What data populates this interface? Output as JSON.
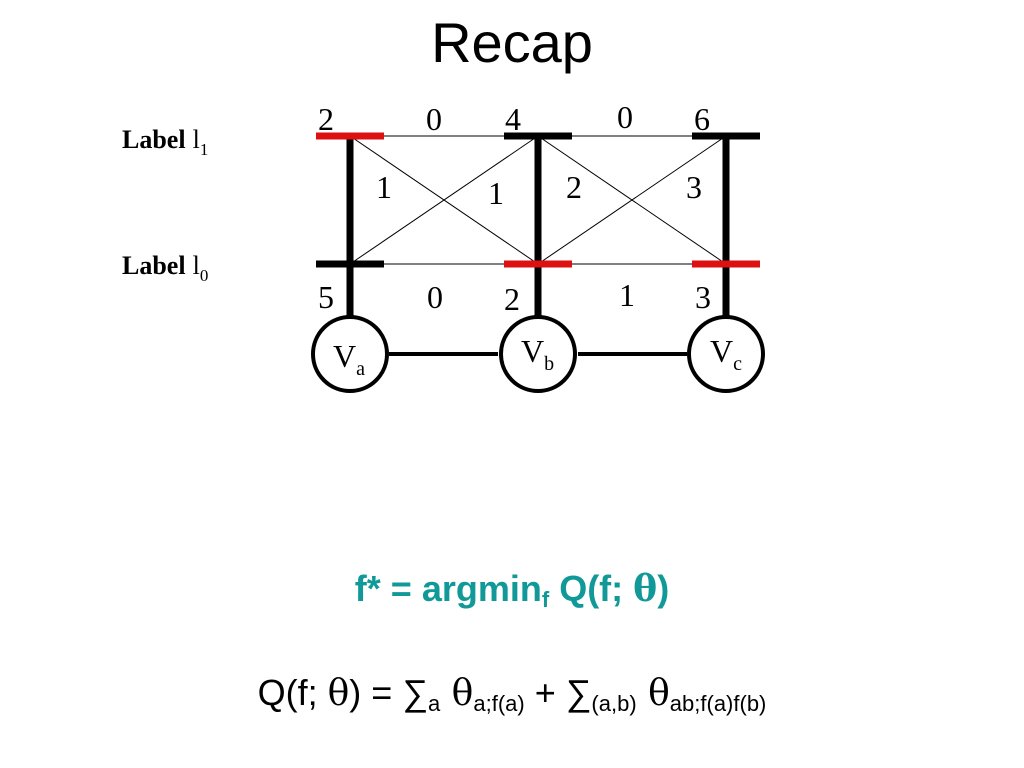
{
  "slide": {
    "title": "Recap"
  },
  "labels": {
    "l1": {
      "word": "Label",
      "var": "l",
      "sub": "1"
    },
    "l0": {
      "word": "Label",
      "var": "l",
      "sub": "0"
    }
  },
  "unary": {
    "a_l1": "2",
    "b_l1": "4",
    "c_l1": "6",
    "a_l0": "5",
    "b_l0": "2",
    "c_l0": "3"
  },
  "pairwise": {
    "ab_top": "0",
    "bc_top": "0",
    "ab_diag_down": "1",
    "ab_diag_up": "1",
    "bc_diag_down": "2",
    "bc_diag_up": "3",
    "ab_bottom": "0",
    "bc_bottom": "1"
  },
  "nodes": [
    {
      "var": "V",
      "sub": "a"
    },
    {
      "var": "V",
      "sub": "b"
    },
    {
      "var": "V",
      "sub": "c"
    }
  ],
  "selected_labels": {
    "a": "l1",
    "b": "l0",
    "c": "l0"
  },
  "colors": {
    "selected": "#dd1111",
    "formula_main": "#119999",
    "edge": "#000000"
  },
  "formulas": {
    "main": {
      "left": "f* = argmin",
      "sub": "f",
      "right": " Q(f; ",
      "theta": "θ",
      "close": ")"
    },
    "def": {
      "p1": "Q(f; ",
      "theta1": "θ",
      "p2": ") = ∑",
      "sub1": "a",
      "theta2": " θ",
      "sub2": "a;f(a)",
      "p3": " + ∑",
      "sub3": "(a,b)",
      "theta3": " θ",
      "sub4": "ab;f(a)f(b)"
    }
  }
}
